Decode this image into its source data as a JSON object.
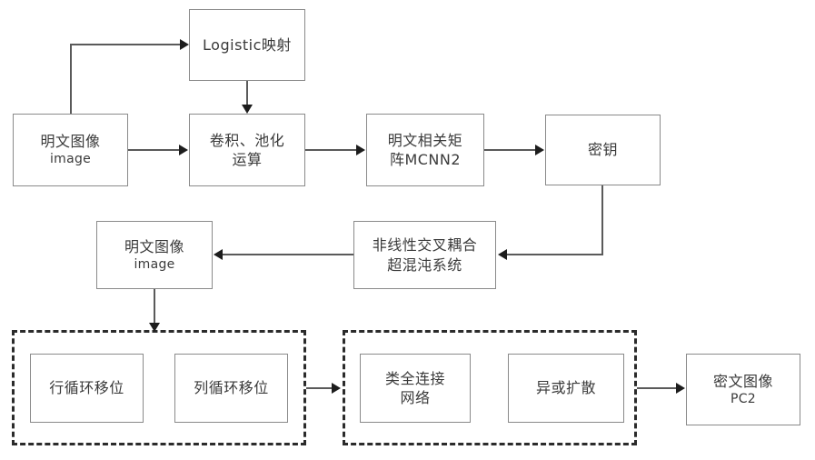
{
  "diagram": {
    "title": "Image encryption flowchart",
    "background_color": "#ffffff",
    "box_border_color": "#8a8a8a",
    "group_border_color": "#2b2b2b",
    "edge_color": "#5a5a5a",
    "text_color": "#3a3a3a"
  },
  "nodes": {
    "logistic_map": {
      "line1": "Logistic映射",
      "line2": ""
    },
    "plain_image_1": {
      "line1": "明文图像",
      "line2": "image"
    },
    "conv_pool": {
      "line1": "卷积、池化",
      "line2": "运算"
    },
    "plain_matrix": {
      "line1": "明文相关矩",
      "line2": "阵MCNN2"
    },
    "secret_key": {
      "line1": "密钥",
      "line2": ""
    },
    "plain_image_2": {
      "line1": "明文图像",
      "line2": "image"
    },
    "hyperchaotic_system": {
      "line1": "非线性交叉耦合",
      "line2": "超混沌系统"
    },
    "row_cyclic_shift": {
      "line1": "行循环移位",
      "line2": ""
    },
    "col_cyclic_shift": {
      "line1": "列循环移位",
      "line2": ""
    },
    "fully_connected_like": {
      "line1": "类全连接",
      "line2": "网络"
    },
    "xor_diffusion": {
      "line1": "异或扩散",
      "line2": ""
    },
    "cipher_image": {
      "line1": "密文图像",
      "line2": "PC2"
    }
  },
  "groups": {
    "permutation_group": {
      "label": ""
    },
    "diffusion_group": {
      "label": ""
    }
  }
}
